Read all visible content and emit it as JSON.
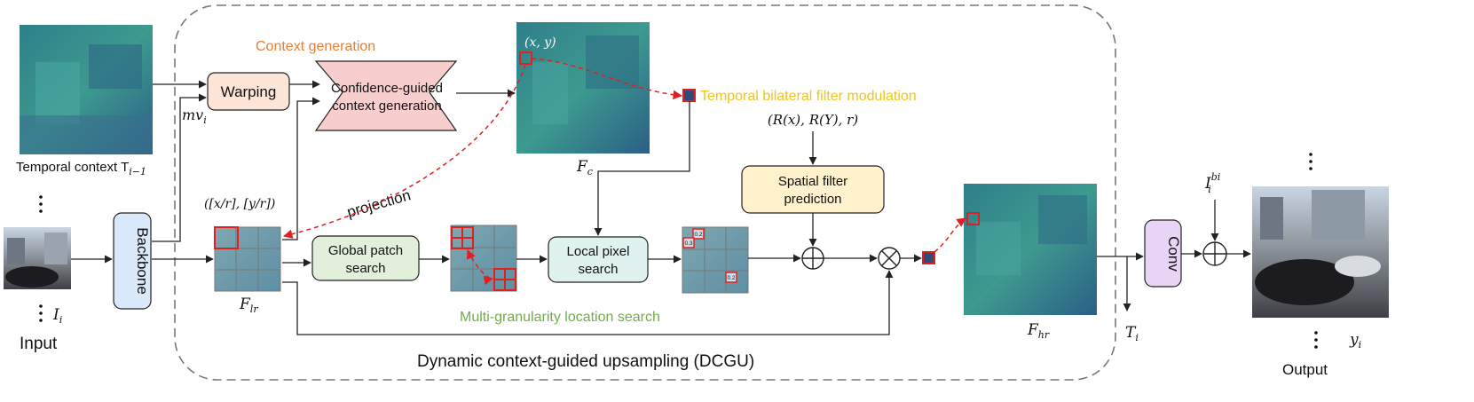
{
  "inputs": {
    "temporal_context_label": "Temporal context T",
    "temporal_context_sub": "i−1",
    "input_label": "Input",
    "input_var": "I",
    "input_var_sub": "i",
    "mv_label": "mv",
    "mv_sub": "i"
  },
  "backbone": {
    "label": "Backbone"
  },
  "context_generation": {
    "title": "Context generation",
    "warping": "Warping",
    "confidence_line1": "Confidence-guided",
    "confidence_line2": "context generation"
  },
  "feature_maps": {
    "fc": "F",
    "fc_sub": "c",
    "flr": "F",
    "flr_sub": "lr",
    "fhr": "F",
    "fhr_sub": "hr",
    "xy": "(x, y)",
    "proj_coord": "([x/r], [y/r])"
  },
  "modulation": {
    "label": "Temporal bilateral filter modulation",
    "params": "(R(x), R(Y), r)",
    "spatial_line1": "Spatial filter",
    "spatial_line2": "prediction"
  },
  "search": {
    "projection": "projection",
    "global_line1": "Global patch",
    "global_line2": "search",
    "local_line1": "Local pixel",
    "local_line2": "search",
    "caption": "Multi-granularity location search",
    "weights": [
      "0.2",
      "0.3",
      "0.2"
    ]
  },
  "dcgu": {
    "label": "Dynamic context-guided upsampling (DCGU)"
  },
  "output": {
    "conv": "Conv",
    "ti": "T",
    "ti_sub": "i",
    "ibi": "I",
    "ibi_sub": "i",
    "ibi_sup": "bi",
    "yi": "y",
    "yi_sub": "i",
    "label": "Output"
  },
  "colors": {
    "warping_fill": "#fce4d6",
    "context_trapezoid_fill": "#f8cecc",
    "backbone_fill": "#dae8fc",
    "spatial_fill": "#fff2cc",
    "global_fill": "#e2efda",
    "local_fill": "#e0f2ef",
    "conv_fill": "#e8d5f5",
    "context_title": "#e97e31",
    "modulation_label": "#f0c419",
    "search_caption": "#70ad47",
    "accent_red": "#e02020",
    "feature_map": "#3f8d8f"
  }
}
